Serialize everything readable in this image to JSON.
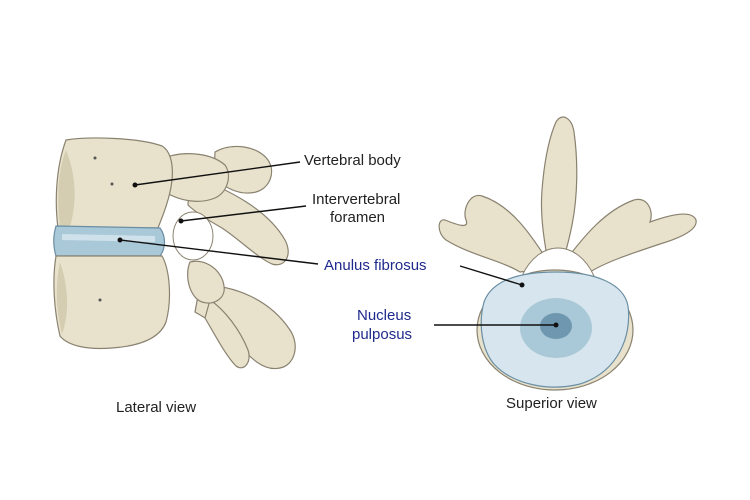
{
  "labels": {
    "vertebral_body": "Vertebral body",
    "intervertebral_foramen_line1": "Intervertebral",
    "intervertebral_foramen_line2": "foramen",
    "anulus_fibrosus": "Anulus fibrosus",
    "nucleus_pulposus_line1": "Nucleus",
    "nucleus_pulposus_line2": "pulposus"
  },
  "captions": {
    "lateral": "Lateral view",
    "superior": "Superior view"
  },
  "colors": {
    "bone": "#e8e2cc",
    "disc": "#a9c8d8",
    "nucleus": "#6f98b0",
    "label_blue": "#1f2a8c",
    "label_dark": "#222222"
  }
}
